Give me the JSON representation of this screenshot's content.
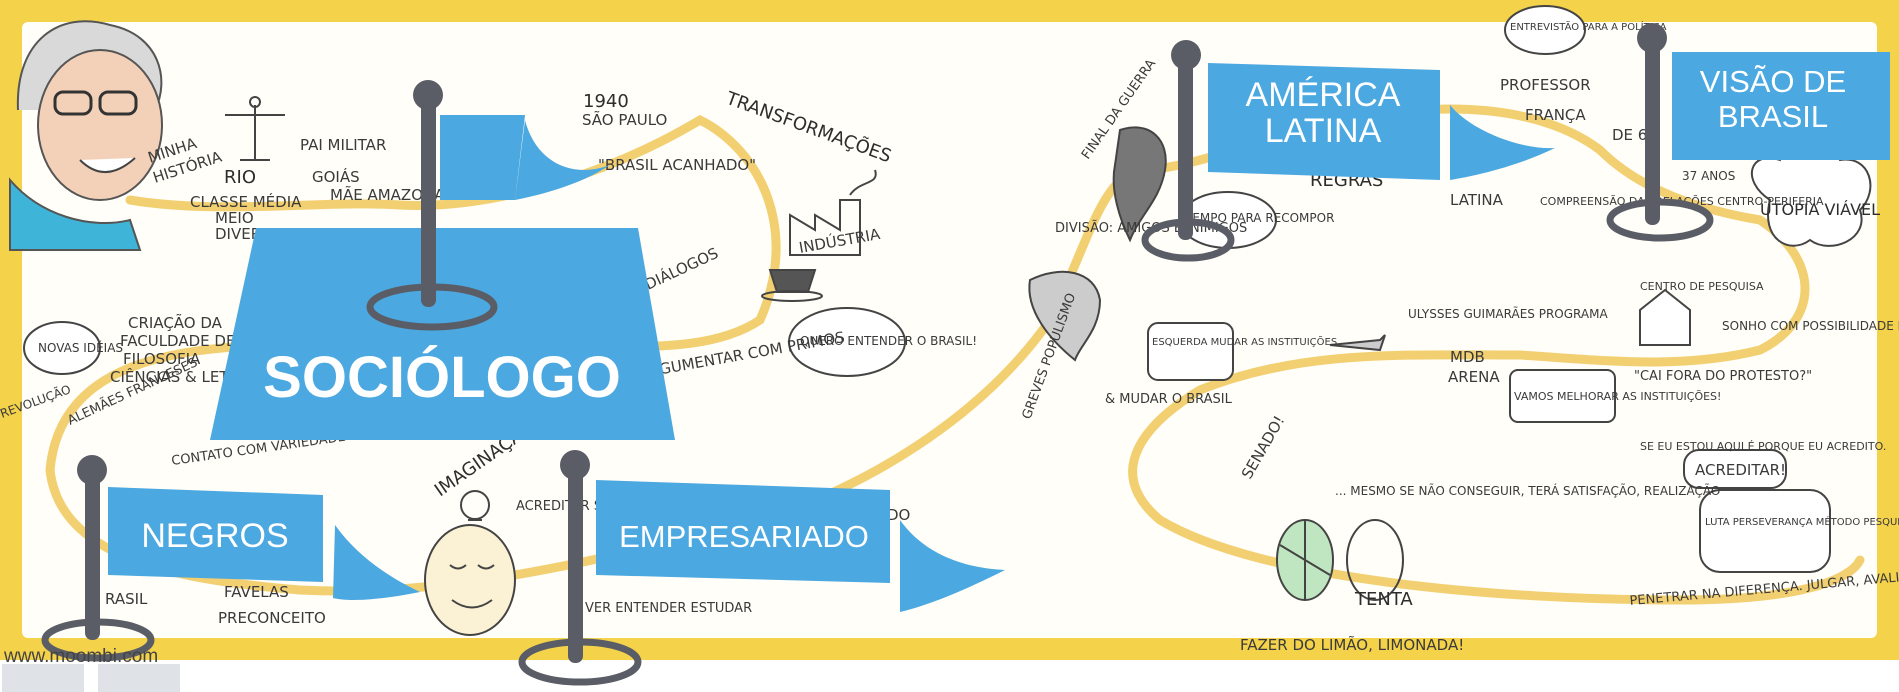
{
  "flags": {
    "sociologo": "SOCIÓLOGO",
    "america_latina_1": "AMÉRICA",
    "america_latina_2": "LATINA",
    "visao_1": "VISÃO DE",
    "visao_2": "BRASIL",
    "negros": "NEGROS",
    "empresariado": "EMPRESARIADO"
  },
  "sketch": {
    "minha": "MINHA",
    "historia": "HISTÓRIA",
    "rio": "RIO",
    "classe_media": "CLASSE MÉDIA",
    "meio": "MEIO",
    "diversi": "DIVERSI",
    "pai_militar": "PAI MILITAR",
    "goias": "GOIÁS",
    "mae_amazonas": "MÃE AMAZONAS",
    "y1940": "1940",
    "sao_paulo": "SÃO PAULO",
    "brasil_acanhado": "\"BRASIL ACANHADO\"",
    "transformacoes": "TRANSFORMAÇÕES",
    "industria": "INDÚSTRIA",
    "dialogos": "DIÁLOGOS",
    "argumentar": "ARGUMENTAR COM PRIMOS",
    "quero_entender": "QUERO ENTENDER O BRASIL!",
    "novas_ideias": "NOVAS IDÉIAS",
    "criacao_1": "CRIAÇÃO DA",
    "criacao_2": "FACULDADE DE",
    "criacao_3": "FILOSOFIA",
    "criacao_4": "CIÊNCIAS & LETRAS",
    "alemaes": "ALEMÃES FRANCESES",
    "revolucao": "REVOLUÇÃO",
    "contato": "CONTATO COM VARIEDADE",
    "favelas": "FAVELAS",
    "preconceito": "PRECONCEITO",
    "brasil_frag": "RASIL",
    "imaginacao": "IMAGINAÇÃO",
    "acreditar_ser": "ACREDITAR SER",
    "entender_estudar": "VER ENTENDER ESTUDAR",
    "do_frag": "DO",
    "final_guerra": "FINAL DA GUERRA",
    "divisao": "DIVISÃO: AMIGOS E INIMIGOS",
    "tempo": "TEMPO PARA RECOMPOR",
    "regras": "REGRAS",
    "entrevistao": "ENTREVISTÃO PARA A POLÍTICA",
    "professor": "PROFESSOR",
    "franca": "FRANÇA",
    "latina_frag": "LATINA",
    "compreensao": "COMPREENSÃO DAS RELAÇÕES CENTRO-PERIFERIA",
    "de_68": "DE 68",
    "anos_37": "37 ANOS",
    "utopia": "UTOPIA VIÁVEL",
    "sonho": "SONHO COM POSSIBILIDADE DE CONSTRUÇÃO PRÁTICA",
    "greves": "GREVES POPULISMO",
    "esquerda": "ESQUERDA MUDAR AS INSTITUIÇÕES",
    "mudar_brasil": "& MUDAR O BRASIL",
    "ulysses": "ULYSSES GUIMARÃES PROGRAMA",
    "mdb": "MDB",
    "arena": "ARENA",
    "vamos": "VAMOS MELHORAR AS INSTITUIÇÕES!",
    "centro_pesquisa": "CENTRO DE PESQUISA",
    "cai_fora": "\"CAI FORA DO PROTESTO?\"",
    "senado": "SENADO!",
    "mesmo_se": "... MESMO SE NÃO CONSEGUIR, TERÁ SATISFAÇÃO, REALIZAÇÃO",
    "tenta": "TENTA",
    "fazer_limao": "FAZER DO LIMÃO, LIMONADA!",
    "acreditar": "ACREDITAR!",
    "luta": "LUTA PERSEVERANÇA MÉTODO PESQUISA",
    "se_eu_estou": "SE EU ESTOU AQUI É PORQUE EU ACREDITO.",
    "penetrar": "PENETRAR NA DIFERENÇA. JULGAR, AVALIAR."
  },
  "footer": {
    "site": "www.moombi.com"
  },
  "colors": {
    "frame": "#f4d24a",
    "flag": "#4ba8e0",
    "pole": "#5a5d66",
    "path": "#e9b84a"
  },
  "icons": [
    "portrait",
    "christ-redeemer",
    "factory",
    "coffee-cup",
    "lightbulb",
    "airplane",
    "house",
    "wind-turbine",
    "map-south-america"
  ]
}
